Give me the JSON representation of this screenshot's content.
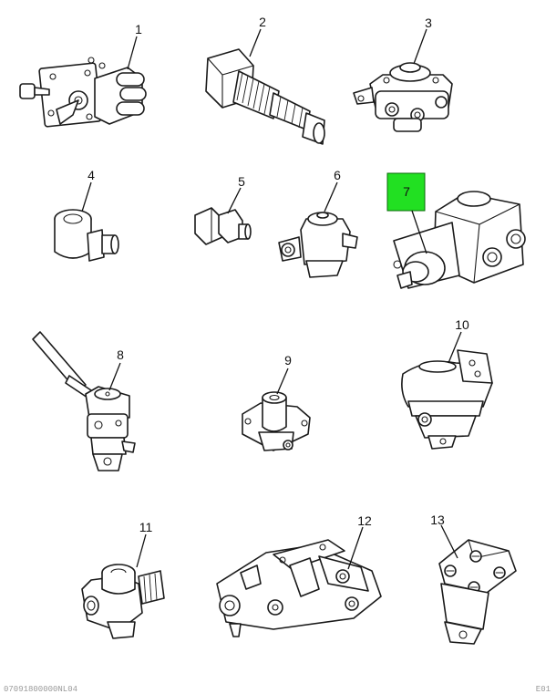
{
  "callouts": {
    "c1": "1",
    "c2": "2",
    "c3": "3",
    "c4": "4",
    "c5": "5",
    "c6": "6",
    "c7": "7",
    "c8": "8",
    "c9": "9",
    "c10": "10",
    "c11": "11",
    "c12": "12",
    "c13": "13"
  },
  "highlight": {
    "callout": "7",
    "color": "#22e022"
  },
  "footer": {
    "left": "07091800000NL04",
    "right": "E01"
  }
}
